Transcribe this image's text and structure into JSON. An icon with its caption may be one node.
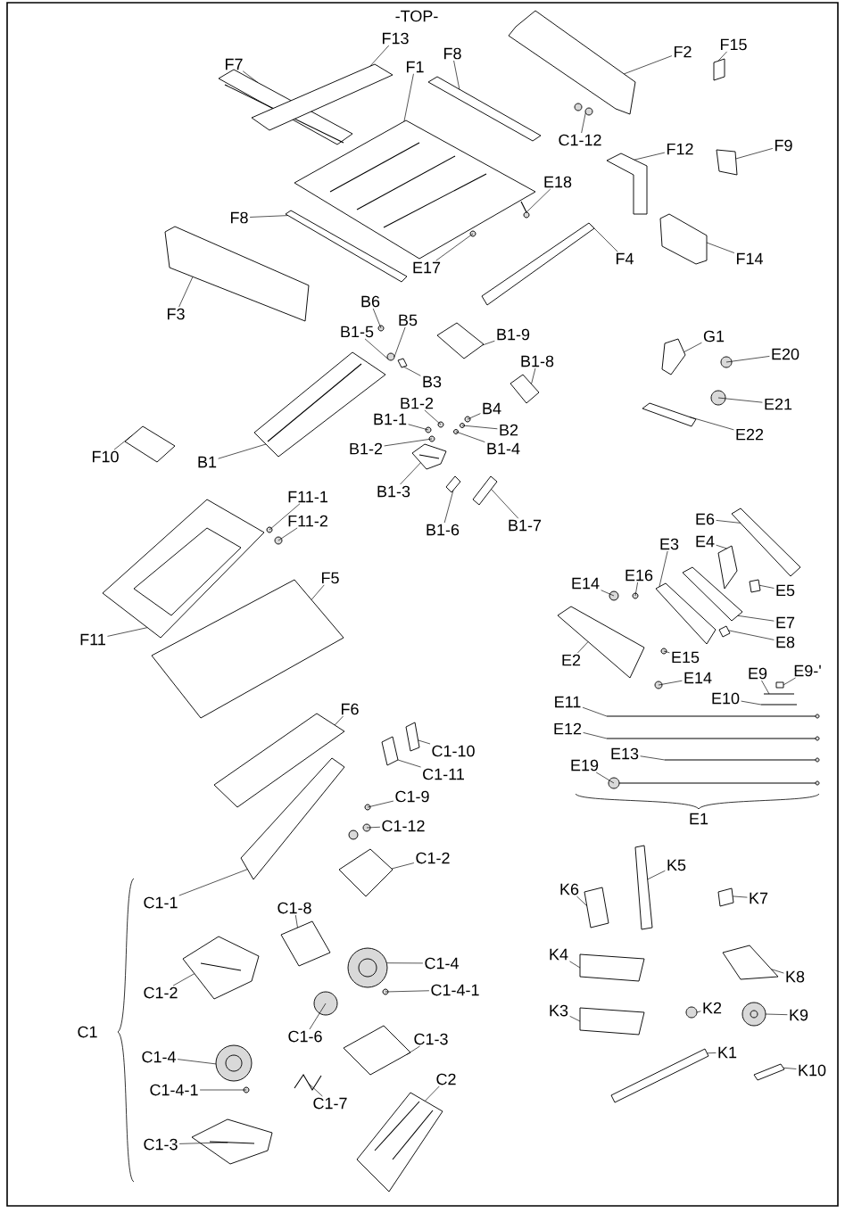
{
  "diagram": {
    "nodes": [
      {
        "text": [
          "F7"
        ]
      },
      {
        "text": [
          "F13"
        ]
      },
      {
        "text": [
          "F8"
        ]
      },
      {
        "text": [
          "F1"
        ]
      },
      {
        "text": [
          "F2"
        ]
      },
      {
        "text": [
          "F15"
        ]
      },
      {
        "text": [
          "C1-12"
        ]
      },
      {
        "text": [
          "F12"
        ]
      },
      {
        "text": [
          "F9"
        ]
      },
      {
        "text": [
          "E18"
        ]
      },
      {
        "text": [
          "F8"
        ]
      },
      {
        "text": [
          "F4"
        ]
      },
      {
        "text": [
          "F14"
        ]
      },
      {
        "text": [
          "E17"
        ]
      },
      {
        "text": [
          "F3"
        ]
      },
      {
        "text": [
          "B6"
        ]
      },
      {
        "text": [
          "B5"
        ]
      },
      {
        "text": [
          "B1-5"
        ]
      },
      {
        "text": [
          "B3"
        ]
      },
      {
        "text": [
          "B1-9"
        ]
      },
      {
        "text": [
          "B1-8"
        ]
      },
      {
        "text": [
          "G1"
        ]
      },
      {
        "text": [
          "E20"
        ]
      },
      {
        "text": [
          "B1-2"
        ]
      },
      {
        "text": [
          "B4"
        ]
      },
      {
        "text": [
          "B2"
        ]
      },
      {
        "text": [
          "B1-1"
        ]
      },
      {
        "text": [
          "B1-4"
        ]
      },
      {
        "text": [
          "B1-2"
        ]
      },
      {
        "text": [
          "E21"
        ]
      },
      {
        "text": [
          "E22"
        ]
      },
      {
        "text": [
          "F10"
        ]
      },
      {
        "text": [
          "B1"
        ]
      },
      {
        "text": [
          "B1-3"
        ]
      },
      {
        "text": [
          "B1-6"
        ]
      },
      {
        "text": [
          "B1-7"
        ]
      },
      {
        "text": [
          "F11-1"
        ]
      },
      {
        "text": [
          "F11-2"
        ]
      },
      {
        "text": [
          "E6"
        ]
      },
      {
        "text": [
          "E3"
        ]
      },
      {
        "text": [
          "E4"
        ]
      },
      {
        "text": [
          "F5"
        ]
      },
      {
        "text": [
          "E14"
        ]
      },
      {
        "text": [
          "E16"
        ]
      },
      {
        "text": [
          "E5"
        ]
      },
      {
        "text": [
          "E7"
        ]
      },
      {
        "text": [
          "F11"
        ]
      },
      {
        "text": [
          "E8"
        ]
      },
      {
        "text": [
          "E2"
        ]
      },
      {
        "text": [
          "E15"
        ]
      },
      {
        "text": [
          "E14"
        ]
      },
      {
        "text": [
          "E9"
        ]
      },
      {
        "text": [
          "E9-'"
        ]
      },
      {
        "text": [
          "E10"
        ]
      },
      {
        "text": [
          "E11"
        ]
      },
      {
        "text": [
          "E12"
        ]
      },
      {
        "text": [
          "E13"
        ]
      },
      {
        "text": [
          "E19"
        ]
      },
      {
        "text": [
          "F6"
        ]
      },
      {
        "text": [
          "C1-10"
        ]
      },
      {
        "text": [
          "C1-11"
        ]
      },
      {
        "text": [
          "C1-9"
        ]
      },
      {
        "text": [
          "C1-12"
        ]
      },
      {
        "text": [
          "C1-2"
        ]
      },
      {
        "text": [
          "C1-1"
        ]
      },
      {
        "text": [
          "C1-8"
        ]
      },
      {
        "text": [
          "K6"
        ]
      },
      {
        "text": [
          "K5"
        ]
      },
      {
        "text": [
          "K7"
        ]
      },
      {
        "text": [
          "K4"
        ]
      },
      {
        "text": [
          "K8"
        ]
      },
      {
        "text": [
          "C1-4"
        ]
      },
      {
        "text": [
          "C1-4-1"
        ]
      },
      {
        "text": [
          "C1-2"
        ]
      },
      {
        "text": [
          "K3"
        ]
      },
      {
        "text": [
          "K2"
        ]
      },
      {
        "text": [
          "K9"
        ]
      },
      {
        "text": [
          "C1-6"
        ]
      },
      {
        "text": [
          "C1-3"
        ]
      },
      {
        "text": [
          "C1-4"
        ]
      },
      {
        "text": [
          "K1"
        ]
      },
      {
        "text": [
          "K10"
        ]
      },
      {
        "text": [
          "C2"
        ]
      },
      {
        "text": [
          "C1-4-1"
        ]
      },
      {
        "text": [
          "C1-7"
        ]
      },
      {
        "text": [
          "C1-3"
        ]
      },
      {
        "text": [],
        "shape": "picture"
      },
      {
        "text": [],
        "shape": "box"
      },
      {
        "text": [],
        "shape": "box"
      },
      {
        "text": [],
        "shape": "picture"
      },
      {
        "text": [],
        "shape": "box"
      },
      {
        "text": [],
        "shape": "box"
      },
      {
        "text": [],
        "shape": "picture"
      },
      {
        "text": [],
        "shape": "box"
      },
      {
        "text": [],
        "shape": "box"
      },
      {
        "text": [],
        "shape": "picture"
      },
      {
        "text": [],
        "shape": "box"
      },
      {
        "text": [],
        "shape": "box"
      },
      {
        "text": [],
        "shape": "box"
      },
      {
        "text": [],
        "shape": "circle"
      },
      {
        "text": [],
        "shape": "box"
      },
      {
        "text": [],
        "shape": "circle"
      },
      {
        "text": [],
        "shape": "circle"
      },
      {
        "text": [],
        "shape": "box"
      },
      {
        "text": [],
        "shape": "box"
      },
      {
        "text": [],
        "shape": "box"
      },
      {
        "text": [],
        "shape": "box"
      },
      {
        "text": [],
        "shape": "circle"
      },
      {
        "text": [],
        "shape": "circle"
      },
      {
        "text": [],
        "shape": "circle"
      },
      {
        "text": [],
        "shape": "circle"
      },
      {
        "text": [],
        "shape": "circle"
      },
      {
        "text": [],
        "shape": "circle"
      },
      {
        "text": [],
        "shape": "circle"
      },
      {
        "text": [],
        "shape": "circle"
      },
      {
        "text": [],
        "shape": "box"
      },
      {
        "text": [],
        "shape": "box"
      },
      {
        "text": [],
        "shape": "picture"
      },
      {
        "text": [],
        "shape": "picture"
      },
      {
        "text": [],
        "shape": "box"
      },
      {
        "text": [],
        "shape": "box"
      },
      {
        "text": [],
        "shape": "circle"
      },
      {
        "text": [],
        "shape": "circle"
      },
      {
        "text": [],
        "shape": "box"
      },
      {
        "text": [],
        "shape": "box"
      },
      {
        "text": [],
        "shape": "box"
      },
      {
        "text": [],
        "shape": "box"
      },
      {
        "text": [],
        "shape": "circle"
      },
      {
        "text": [],
        "shape": "circle"
      },
      {
        "text": [],
        "shape": "box"
      },
      {
        "text": [],
        "shape": "box"
      },
      {
        "text": [],
        "shape": "picture"
      },
      {
        "text": [],
        "shape": "box"
      },
      {
        "text": [],
        "shape": "box"
      },
      {
        "text": [],
        "shape": "circle"
      },
      {
        "text": [],
        "shape": "circle"
      },
      {
        "text": [],
        "shape": "box"
      },
      {
        "text": [],
        "shape": "bar"
      },
      {
        "text": [],
        "shape": "bar"
      },
      {
        "text": [],
        "shape": "picture"
      },
      {
        "text": [],
        "shape": "picture"
      },
      {
        "text": [],
        "shape": "picture"
      },
      {
        "text": [],
        "shape": "picture"
      },
      {
        "text": [],
        "shape": "box"
      },
      {
        "text": [],
        "shape": "box"
      },
      {
        "text": [],
        "shape": "box"
      },
      {
        "text": [],
        "shape": "circle"
      },
      {
        "text": [],
        "shape": "picture"
      },
      {
        "text": [],
        "shape": "box"
      },
      {
        "text": [],
        "shape": "box"
      },
      {
        "text": [],
        "shape": "box"
      },
      {
        "text": [],
        "shape": "box"
      },
      {
        "text": [],
        "shape": "box"
      },
      {
        "text": [],
        "shape": "box"
      },
      {
        "text": [],
        "shape": "box"
      },
      {
        "text": [],
        "shape": "box"
      },
      {
        "text": [],
        "shape": "picture"
      },
      {
        "text": [],
        "shape": "circle"
      },
      {
        "text": [],
        "shape": "picture"
      },
      {
        "text": [],
        "shape": "box"
      },
      {
        "text": [],
        "shape": "circle"
      },
      {
        "text": [],
        "shape": "picture"
      },
      {
        "text": [],
        "shape": "circle"
      },
      {
        "text": [],
        "shape": "box"
      },
      {
        "text": [],
        "shape": "picture"
      },
      {
        "text": [],
        "shape": "box"
      },
      {
        "text": [],
        "shape": "box"
      },
      {
        "text": [],
        "shape": "picture"
      },
      {
        "text": [],
        "shape": "circle"
      },
      {
        "text": [],
        "shape": "picture"
      },
      {
        "text": [],
        "shape": "picture"
      }
    ],
    "edges": [
      {
        "from": 0,
        "to": 86,
        "arrow": "none"
      },
      {
        "from": 1,
        "to": 87,
        "arrow": "none"
      },
      {
        "from": 2,
        "to": 88,
        "arrow": "none"
      },
      {
        "from": 3,
        "to": 89,
        "arrow": "none"
      },
      {
        "from": 4,
        "to": 90,
        "arrow": "none"
      },
      {
        "from": 5,
        "to": 91,
        "arrow": "none"
      },
      {
        "from": 6,
        "to": 92,
        "arrow": "none"
      },
      {
        "from": 7,
        "to": 93,
        "arrow": "none"
      },
      {
        "from": 8,
        "to": 94,
        "arrow": "none"
      },
      {
        "from": 9,
        "to": 95,
        "arrow": "none"
      },
      {
        "from": 10,
        "to": 96,
        "arrow": "none"
      },
      {
        "from": 11,
        "to": 97,
        "arrow": "none"
      },
      {
        "from": 12,
        "to": 98,
        "arrow": "none"
      },
      {
        "from": 13,
        "to": 99,
        "arrow": "none"
      },
      {
        "from": 14,
        "to": 100,
        "arrow": "none"
      },
      {
        "from": 15,
        "to": 101,
        "arrow": "none"
      },
      {
        "from": 16,
        "to": 102,
        "arrow": "none"
      },
      {
        "from": 17,
        "to": 102,
        "arrow": "none"
      },
      {
        "from": 18,
        "to": 103,
        "arrow": "none"
      },
      {
        "from": 19,
        "to": 104,
        "arrow": "none"
      },
      {
        "from": 20,
        "to": 105,
        "arrow": "none"
      },
      {
        "from": 21,
        "to": 106,
        "arrow": "none"
      },
      {
        "from": 22,
        "to": 107,
        "arrow": "none"
      },
      {
        "from": 23,
        "to": 108,
        "arrow": "none"
      },
      {
        "from": 24,
        "to": 109,
        "arrow": "none"
      },
      {
        "from": 25,
        "to": 110,
        "arrow": "none"
      },
      {
        "from": 26,
        "to": 111,
        "arrow": "none"
      },
      {
        "from": 27,
        "to": 112,
        "arrow": "none"
      },
      {
        "from": 28,
        "to": 113,
        "arrow": "none"
      },
      {
        "from": 29,
        "to": 114,
        "arrow": "none"
      },
      {
        "from": 30,
        "to": 115,
        "arrow": "none"
      },
      {
        "from": 31,
        "to": 116,
        "arrow": "none"
      },
      {
        "from": 32,
        "to": 117,
        "arrow": "none"
      },
      {
        "from": 33,
        "to": 118,
        "arrow": "none"
      },
      {
        "from": 34,
        "to": 119,
        "arrow": "none"
      },
      {
        "from": 35,
        "to": 120,
        "arrow": "none"
      },
      {
        "from": 36,
        "to": 121,
        "arrow": "none"
      },
      {
        "from": 37,
        "to": 122,
        "arrow": "none"
      },
      {
        "from": 38,
        "to": 123,
        "arrow": "none"
      },
      {
        "from": 39,
        "to": 124,
        "arrow": "none"
      },
      {
        "from": 40,
        "to": 125,
        "arrow": "none"
      },
      {
        "from": 41,
        "to": 126,
        "arrow": "none"
      },
      {
        "from": 42,
        "to": 127,
        "arrow": "none"
      },
      {
        "from": 43,
        "to": 128,
        "arrow": "none"
      },
      {
        "from": 44,
        "to": 129,
        "arrow": "none"
      },
      {
        "from": 45,
        "to": 130,
        "arrow": "none"
      },
      {
        "from": 46,
        "to": 131,
        "arrow": "none"
      },
      {
        "from": 47,
        "to": 132,
        "arrow": "none"
      },
      {
        "from": 48,
        "to": 133,
        "arrow": "none"
      },
      {
        "from": 49,
        "to": 134,
        "arrow": "none"
      },
      {
        "from": 50,
        "to": 135,
        "arrow": "none"
      },
      {
        "from": 51,
        "to": 137,
        "arrow": "none"
      },
      {
        "from": 52,
        "to": 136,
        "arrow": "none"
      },
      {
        "from": 53,
        "to": 138,
        "arrow": "none"
      },
      {
        "from": 54,
        "to": 139,
        "arrow": "none"
      },
      {
        "from": 55,
        "to": 140,
        "arrow": "none"
      },
      {
        "from": 56,
        "to": 141,
        "arrow": "none"
      },
      {
        "from": 57,
        "to": 142,
        "arrow": "none"
      },
      {
        "from": 58,
        "to": 143,
        "arrow": "none"
      },
      {
        "from": 59,
        "to": 144,
        "arrow": "none"
      },
      {
        "from": 60,
        "to": 145,
        "arrow": "none"
      },
      {
        "from": 61,
        "to": 146,
        "arrow": "none"
      },
      {
        "from": 62,
        "to": 147,
        "arrow": "none"
      },
      {
        "from": 63,
        "to": 148,
        "arrow": "none"
      },
      {
        "from": 64,
        "to": 149,
        "arrow": "none"
      },
      {
        "from": 65,
        "to": 150,
        "arrow": "none"
      },
      {
        "from": 66,
        "to": 151,
        "arrow": "none"
      },
      {
        "from": 67,
        "to": 152,
        "arrow": "none"
      },
      {
        "from": 68,
        "to": 153,
        "arrow": "none"
      },
      {
        "from": 69,
        "to": 154,
        "arrow": "none"
      },
      {
        "from": 70,
        "to": 155,
        "arrow": "none"
      },
      {
        "from": 71,
        "to": 156,
        "arrow": "none"
      },
      {
        "from": 72,
        "to": 157,
        "arrow": "none"
      },
      {
        "from": 73,
        "to": 158,
        "arrow": "none"
      },
      {
        "from": 74,
        "to": 159,
        "arrow": "none"
      },
      {
        "from": 75,
        "to": 160,
        "arrow": "none"
      },
      {
        "from": 76,
        "to": 161,
        "arrow": "none"
      },
      {
        "from": 77,
        "to": 162,
        "arrow": "none"
      },
      {
        "from": 78,
        "to": 163,
        "arrow": "none"
      },
      {
        "from": 79,
        "to": 164,
        "arrow": "none"
      },
      {
        "from": 80,
        "to": 165,
        "arrow": "none"
      },
      {
        "from": 81,
        "to": 166,
        "arrow": "none"
      },
      {
        "from": 82,
        "to": 167,
        "arrow": "none"
      },
      {
        "from": 83,
        "to": 168,
        "arrow": "none"
      },
      {
        "from": 84,
        "to": 169,
        "arrow": "none"
      },
      {
        "from": 85,
        "to": 170,
        "arrow": "none"
      }
    ],
    "labels": [
      "-TOP-",
      "E1",
      "C1"
    ]
  }
}
